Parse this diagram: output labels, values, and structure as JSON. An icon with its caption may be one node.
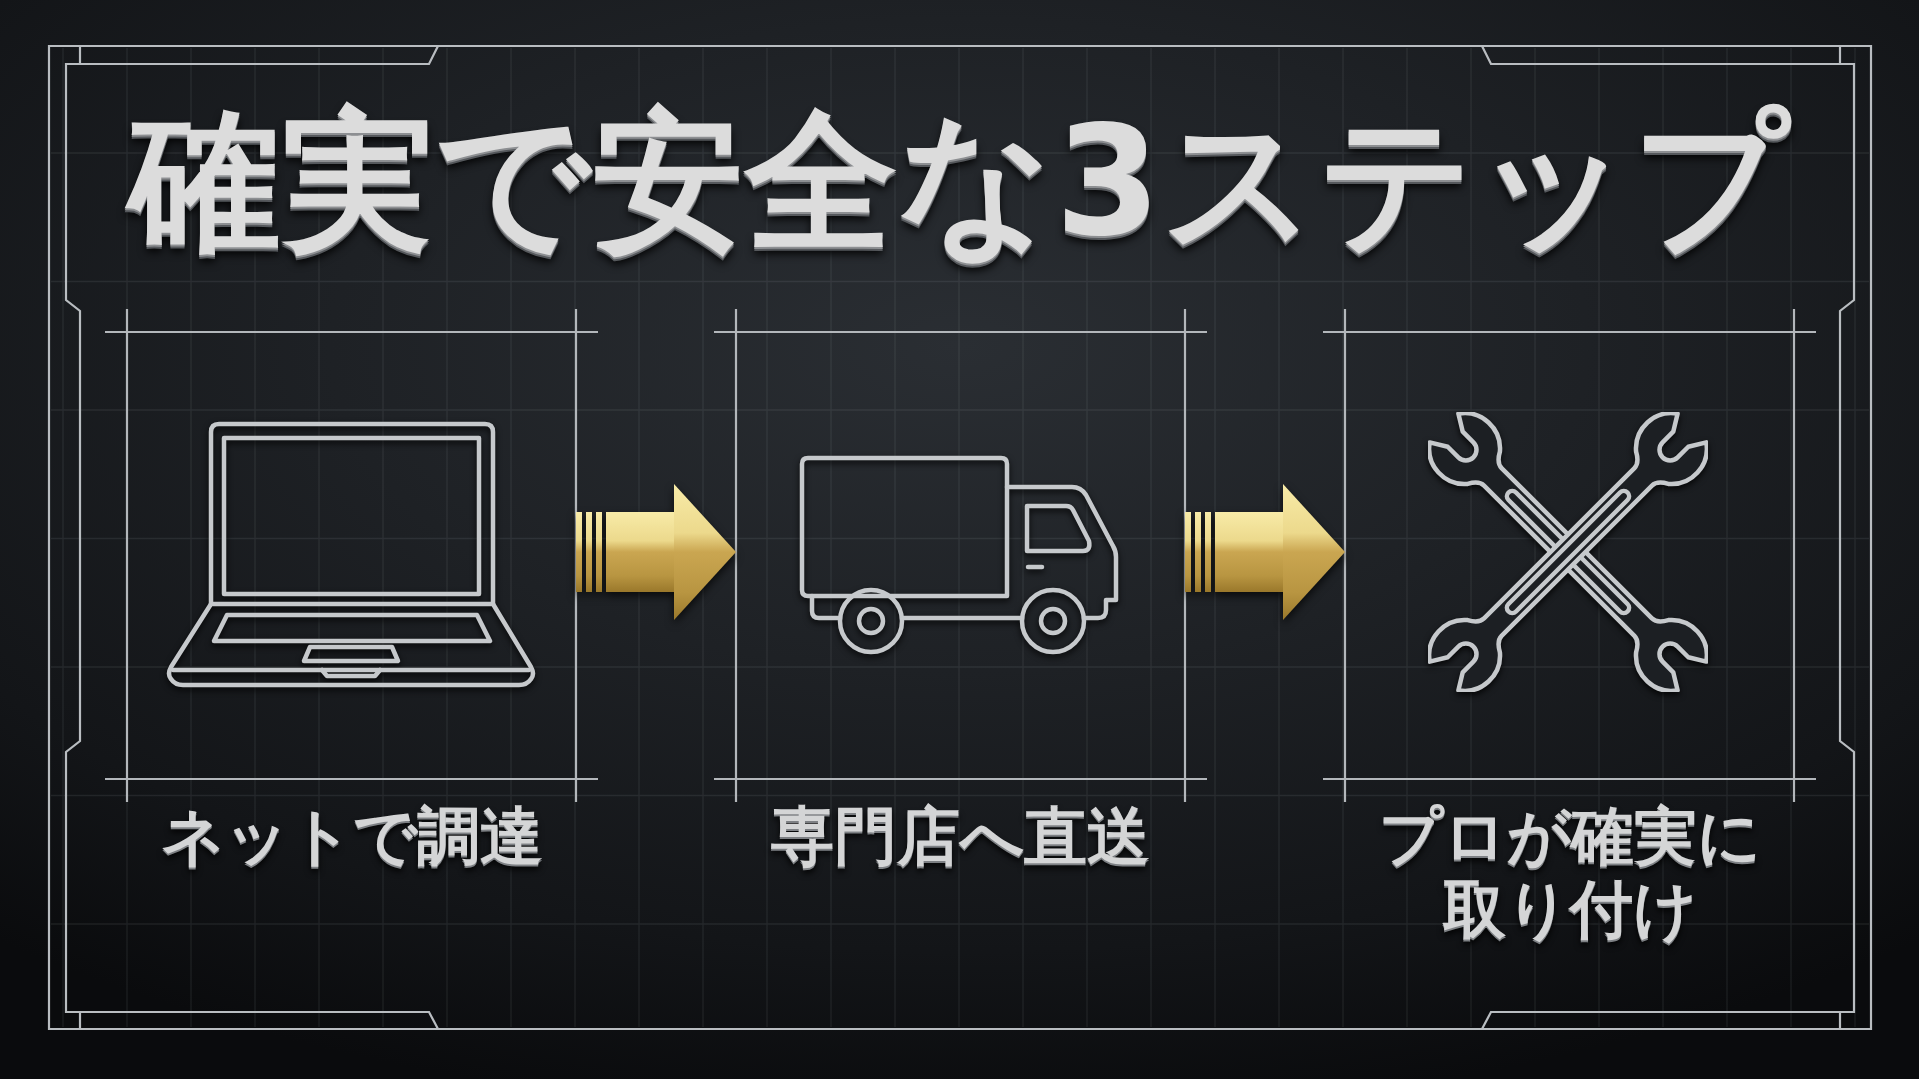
{
  "diagram": {
    "title": "確実で安全な3ステップ",
    "nodes": [
      {
        "text": [
          "ネットで調達"
        ]
      },
      {
        "text": [
          "専門店へ直送"
        ]
      },
      {
        "text": [
          "プロが確実に取り付け"
        ]
      }
    ],
    "edges": [
      {
        "from": 0,
        "to": 1,
        "arrow": "to"
      },
      {
        "from": 1,
        "to": 2,
        "arrow": "to"
      }
    ]
  }
}
